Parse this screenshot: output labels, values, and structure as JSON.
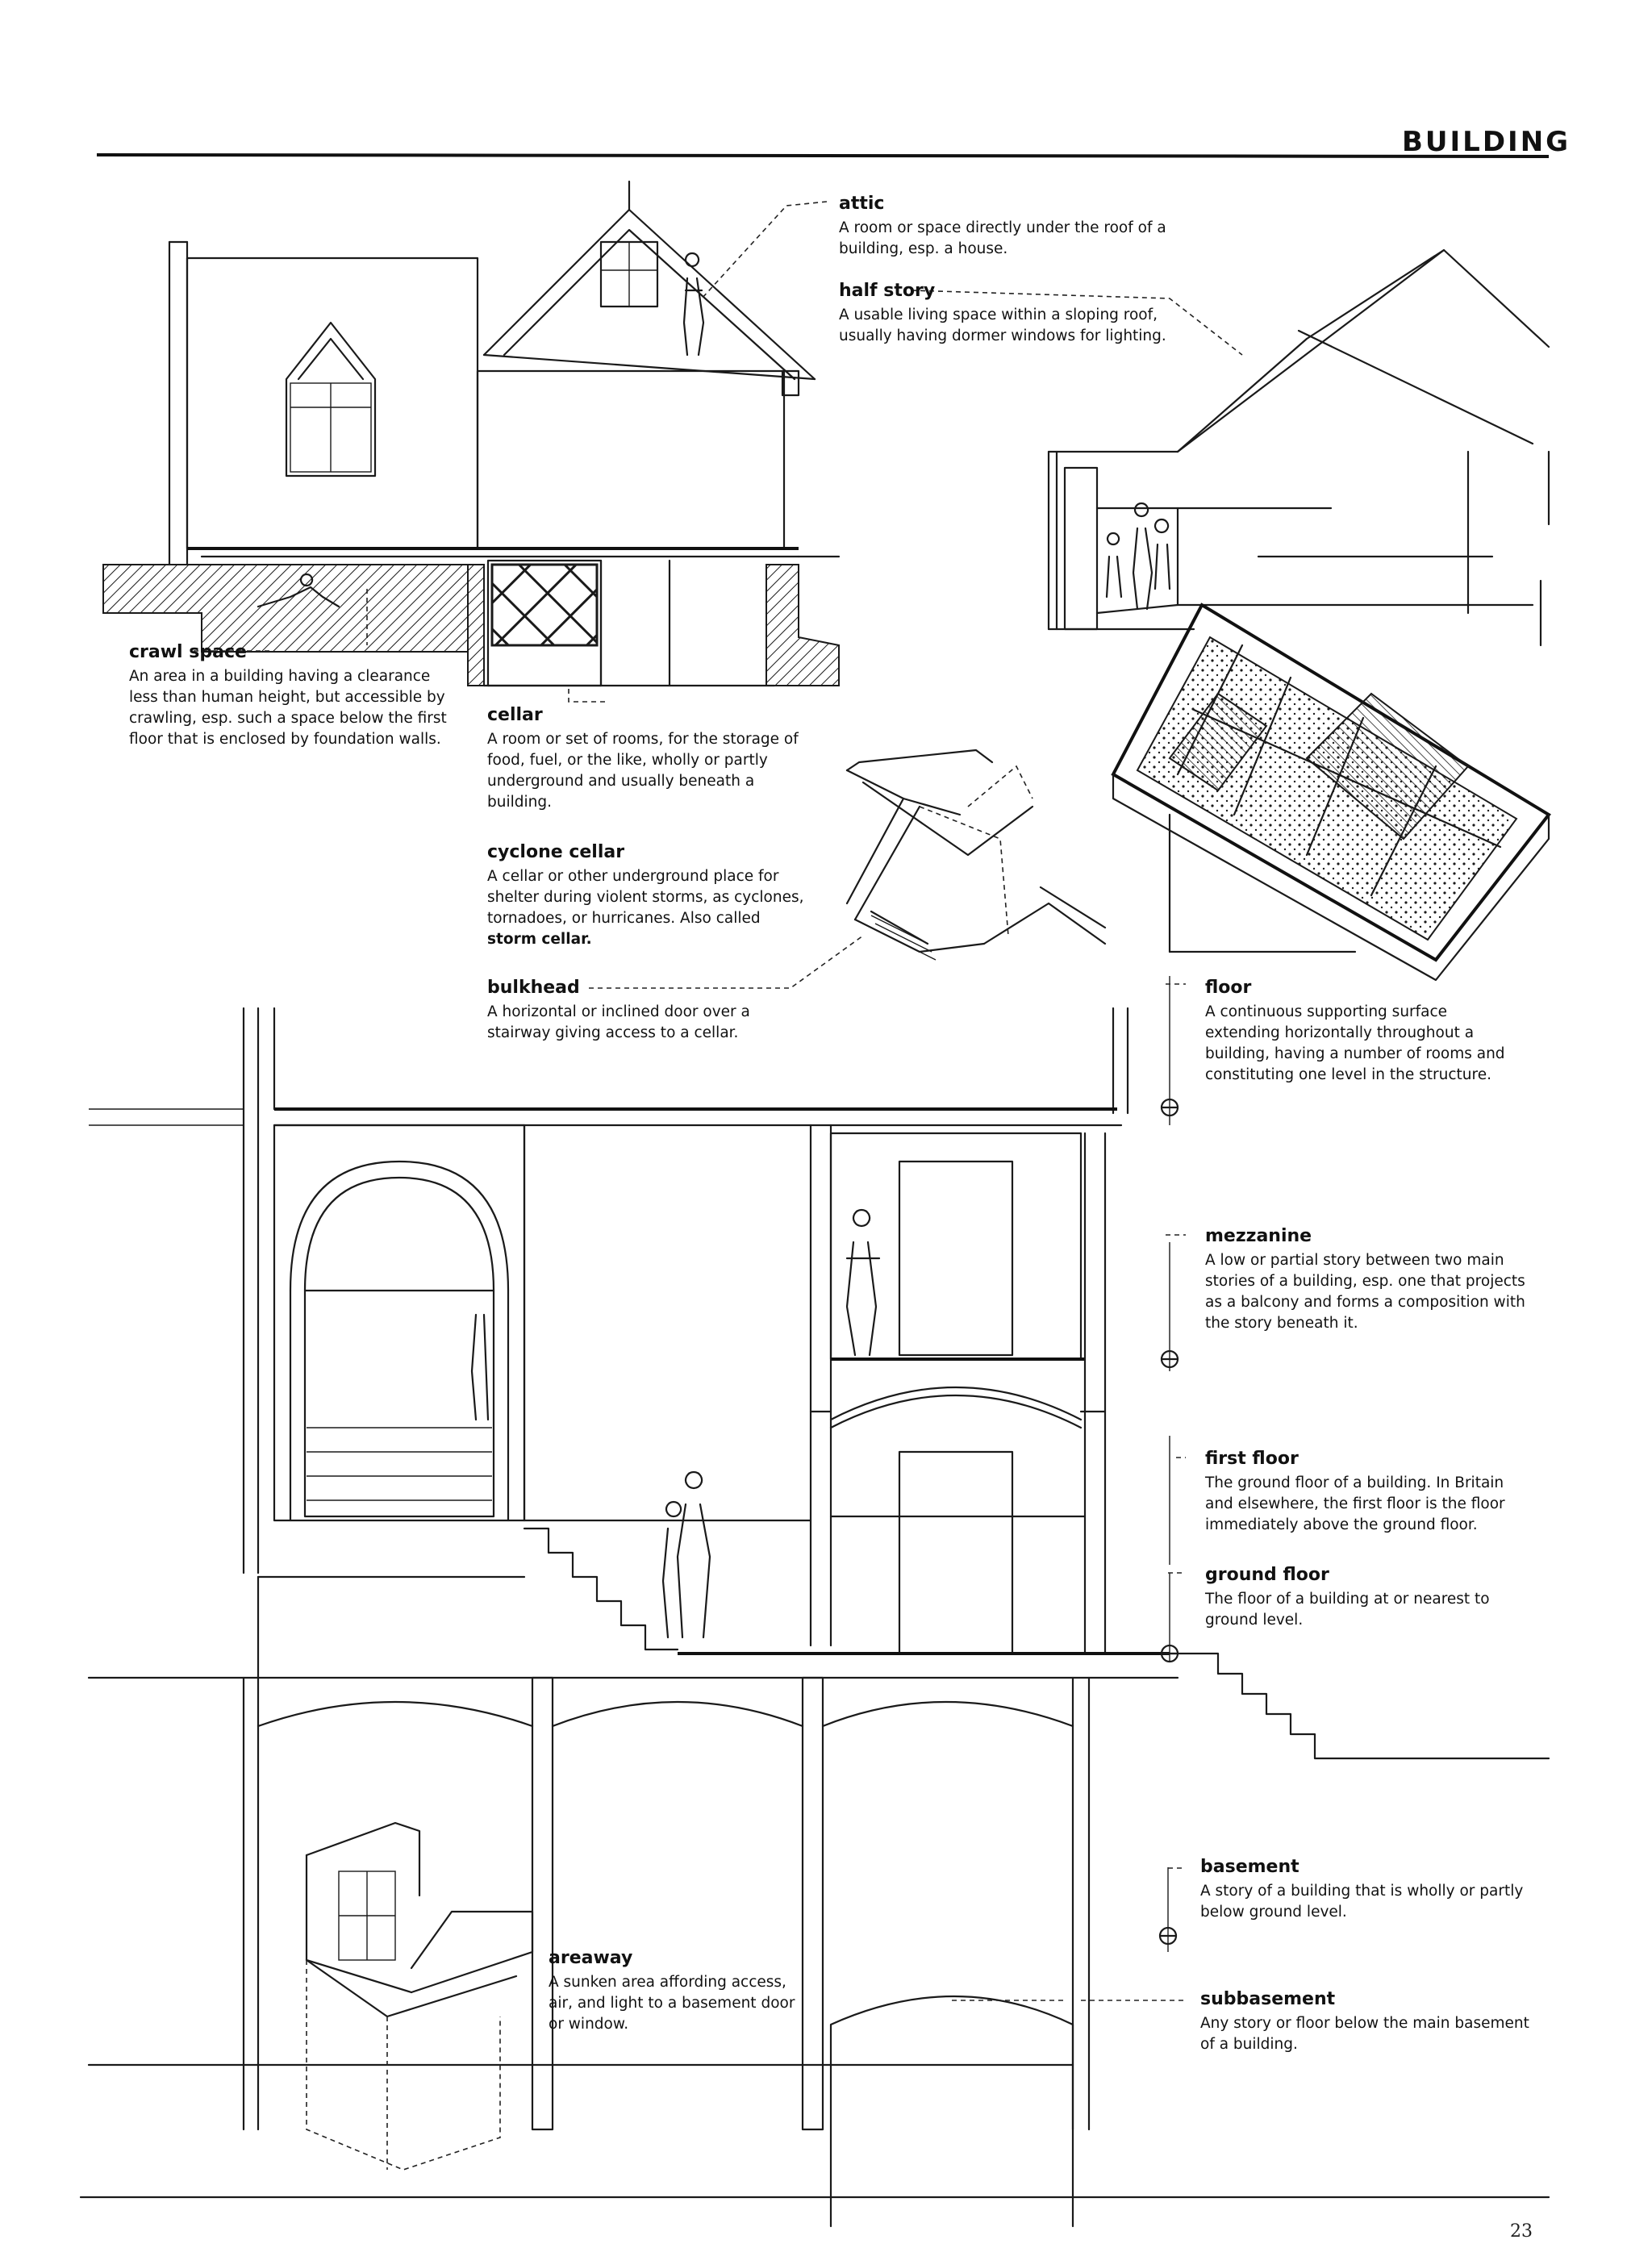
{
  "header": {
    "title": "BUILDING"
  },
  "page_number": "23",
  "terms": [
    {
      "id": "attic",
      "term": "attic",
      "definition": "A room or space directly under the roof of a building, esp. a house."
    },
    {
      "id": "half-story",
      "term": "half story",
      "definition": "A usable living space within a sloping roof, usually having dormer windows for lighting."
    },
    {
      "id": "crawl-space",
      "term": "crawl space",
      "definition": "An area in a building having a clearance less than human height, but accessible by crawling, esp. such a space below the first floor that is enclosed by foundation walls."
    },
    {
      "id": "cellar",
      "term": "cellar",
      "definition": "A room or set of rooms, for the storage of food, fuel, or the like, wholly or partly underground and usually beneath a building."
    },
    {
      "id": "cyclone-cellar",
      "term": "cyclone cellar",
      "definition": "A cellar or other underground place for shelter during violent storms, as cyclones, tornadoes, or hurricanes. Also called",
      "definition_emphasis": "storm cellar."
    },
    {
      "id": "bulkhead",
      "term": "bulkhead",
      "definition": "A horizontal or inclined door over a stairway giving access to a cellar."
    },
    {
      "id": "floor",
      "term": "floor",
      "definition": "A continuous supporting surface extending horizontally throughout a building, having a number of rooms and constituting one level in the structure."
    },
    {
      "id": "mezzanine",
      "term": "mezzanine",
      "definition": "A low or partial story between two main stories of a building, esp. one that projects as a balcony and forms a composition with the story beneath it."
    },
    {
      "id": "first-floor",
      "term": "first floor",
      "definition": "The ground floor of a building. In Britain and elsewhere, the first floor is the floor immediately above the ground floor."
    },
    {
      "id": "ground-floor",
      "term": "ground floor",
      "definition": "The floor of a building at or nearest to ground level."
    },
    {
      "id": "basement",
      "term": "basement",
      "definition": "A story of a building that is wholly or partly below ground level."
    },
    {
      "id": "areaway",
      "term": "areaway",
      "definition": "A sunken area affording access, air, and light to a basement door or window."
    },
    {
      "id": "subbasement",
      "term": "subbasement",
      "definition": "Any story or floor below the main basement of a building."
    }
  ],
  "illustrations": [
    {
      "name": "house-section-with-attic-crawl-space-cellar"
    },
    {
      "name": "half-story-interior-perspective"
    },
    {
      "name": "cyclone-cellar-bulkhead-door"
    },
    {
      "name": "floor-plan-axonometric"
    },
    {
      "name": "building-section-floors"
    },
    {
      "name": "areaway-axonometric"
    }
  ]
}
